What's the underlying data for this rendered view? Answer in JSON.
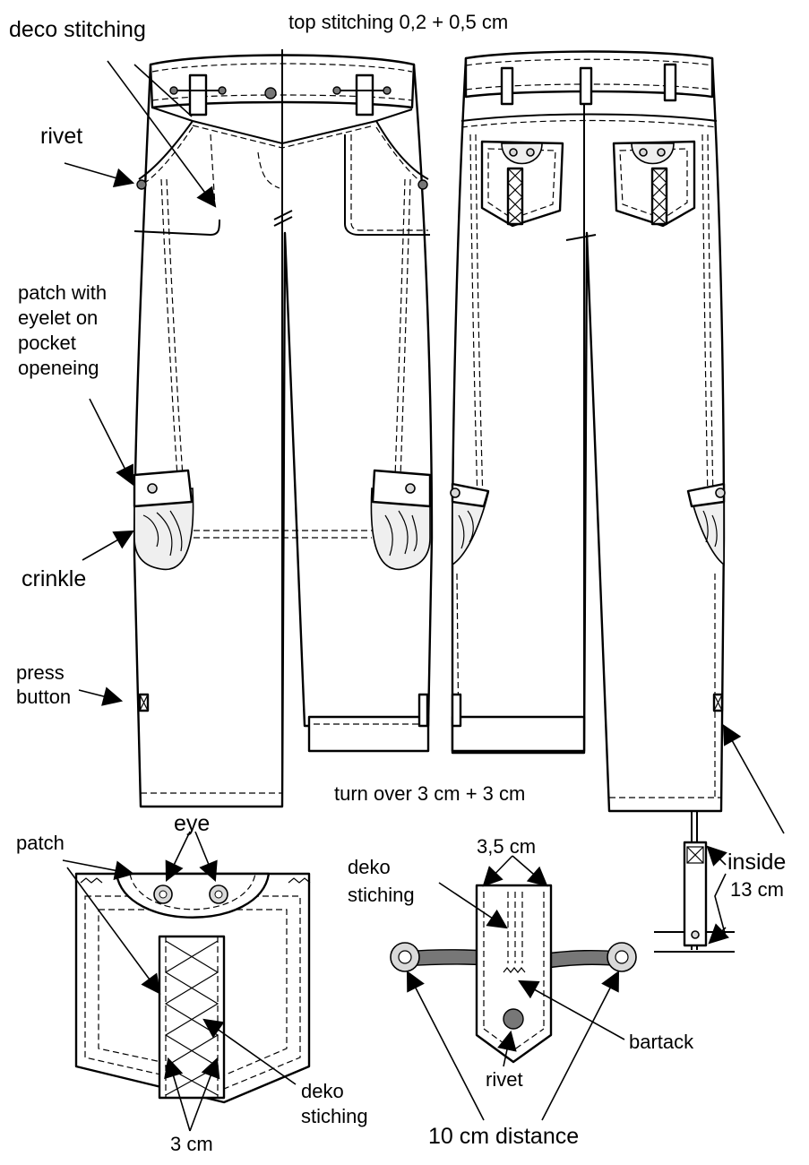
{
  "labels": {
    "top_stitching": "top stitching 0,2 + 0,5 cm",
    "deco_stitching": "deco stitching",
    "rivet_front": "rivet",
    "patch_eyelet_1": "patch with",
    "patch_eyelet_2": "eyelet on",
    "patch_eyelet_3": "pocket",
    "patch_eyelet_4": "openeing",
    "crinkle": "crinkle",
    "press_button_1": "press",
    "press_button_2": "button",
    "turn_over": "turn over 3 cm + 3 cm",
    "inside": "inside",
    "thirteen_cm": "13 cm",
    "eye": "eye",
    "patch": "patch",
    "deko_stitching_pocket_1": "deko",
    "deko_stitching_pocket_2": "stiching",
    "three_cm": "3 cm",
    "three_five_cm": "3,5 cm",
    "deko_stitching_tab_1": "deko",
    "deko_stitching_tab_2": "stiching",
    "bartack": "bartack",
    "rivet_tab": "rivet",
    "ten_cm_distance": "10 cm distance"
  }
}
